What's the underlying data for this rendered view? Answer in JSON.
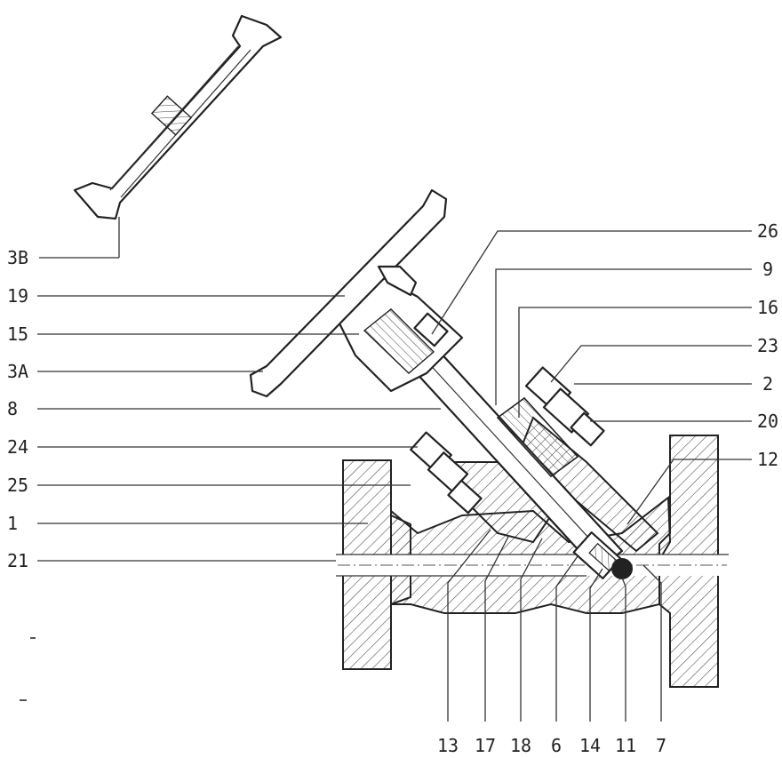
{
  "figure": {
    "left_labels": [
      {
        "id": "3b",
        "text": "3B"
      },
      {
        "id": "19",
        "text": "19"
      },
      {
        "id": "15",
        "text": "15"
      },
      {
        "id": "3a",
        "text": "3A"
      },
      {
        "id": "8",
        "text": "8"
      },
      {
        "id": "24",
        "text": "24"
      },
      {
        "id": "25",
        "text": "25"
      },
      {
        "id": "1",
        "text": "1"
      },
      {
        "id": "21",
        "text": "21"
      }
    ],
    "right_labels": [
      {
        "id": "26",
        "text": "26"
      },
      {
        "id": "9",
        "text": "9"
      },
      {
        "id": "16",
        "text": "16"
      },
      {
        "id": "23",
        "text": "23"
      },
      {
        "id": "2",
        "text": "2"
      },
      {
        "id": "20",
        "text": "20"
      },
      {
        "id": "12",
        "text": "12"
      }
    ],
    "bottom_labels": [
      {
        "id": "13",
        "text": "13"
      },
      {
        "id": "17",
        "text": "17"
      },
      {
        "id": "18",
        "text": "18"
      },
      {
        "id": "6",
        "text": "6"
      },
      {
        "id": "14",
        "text": "14"
      },
      {
        "id": "11",
        "text": "11"
      },
      {
        "id": "7",
        "text": "7"
      }
    ]
  }
}
